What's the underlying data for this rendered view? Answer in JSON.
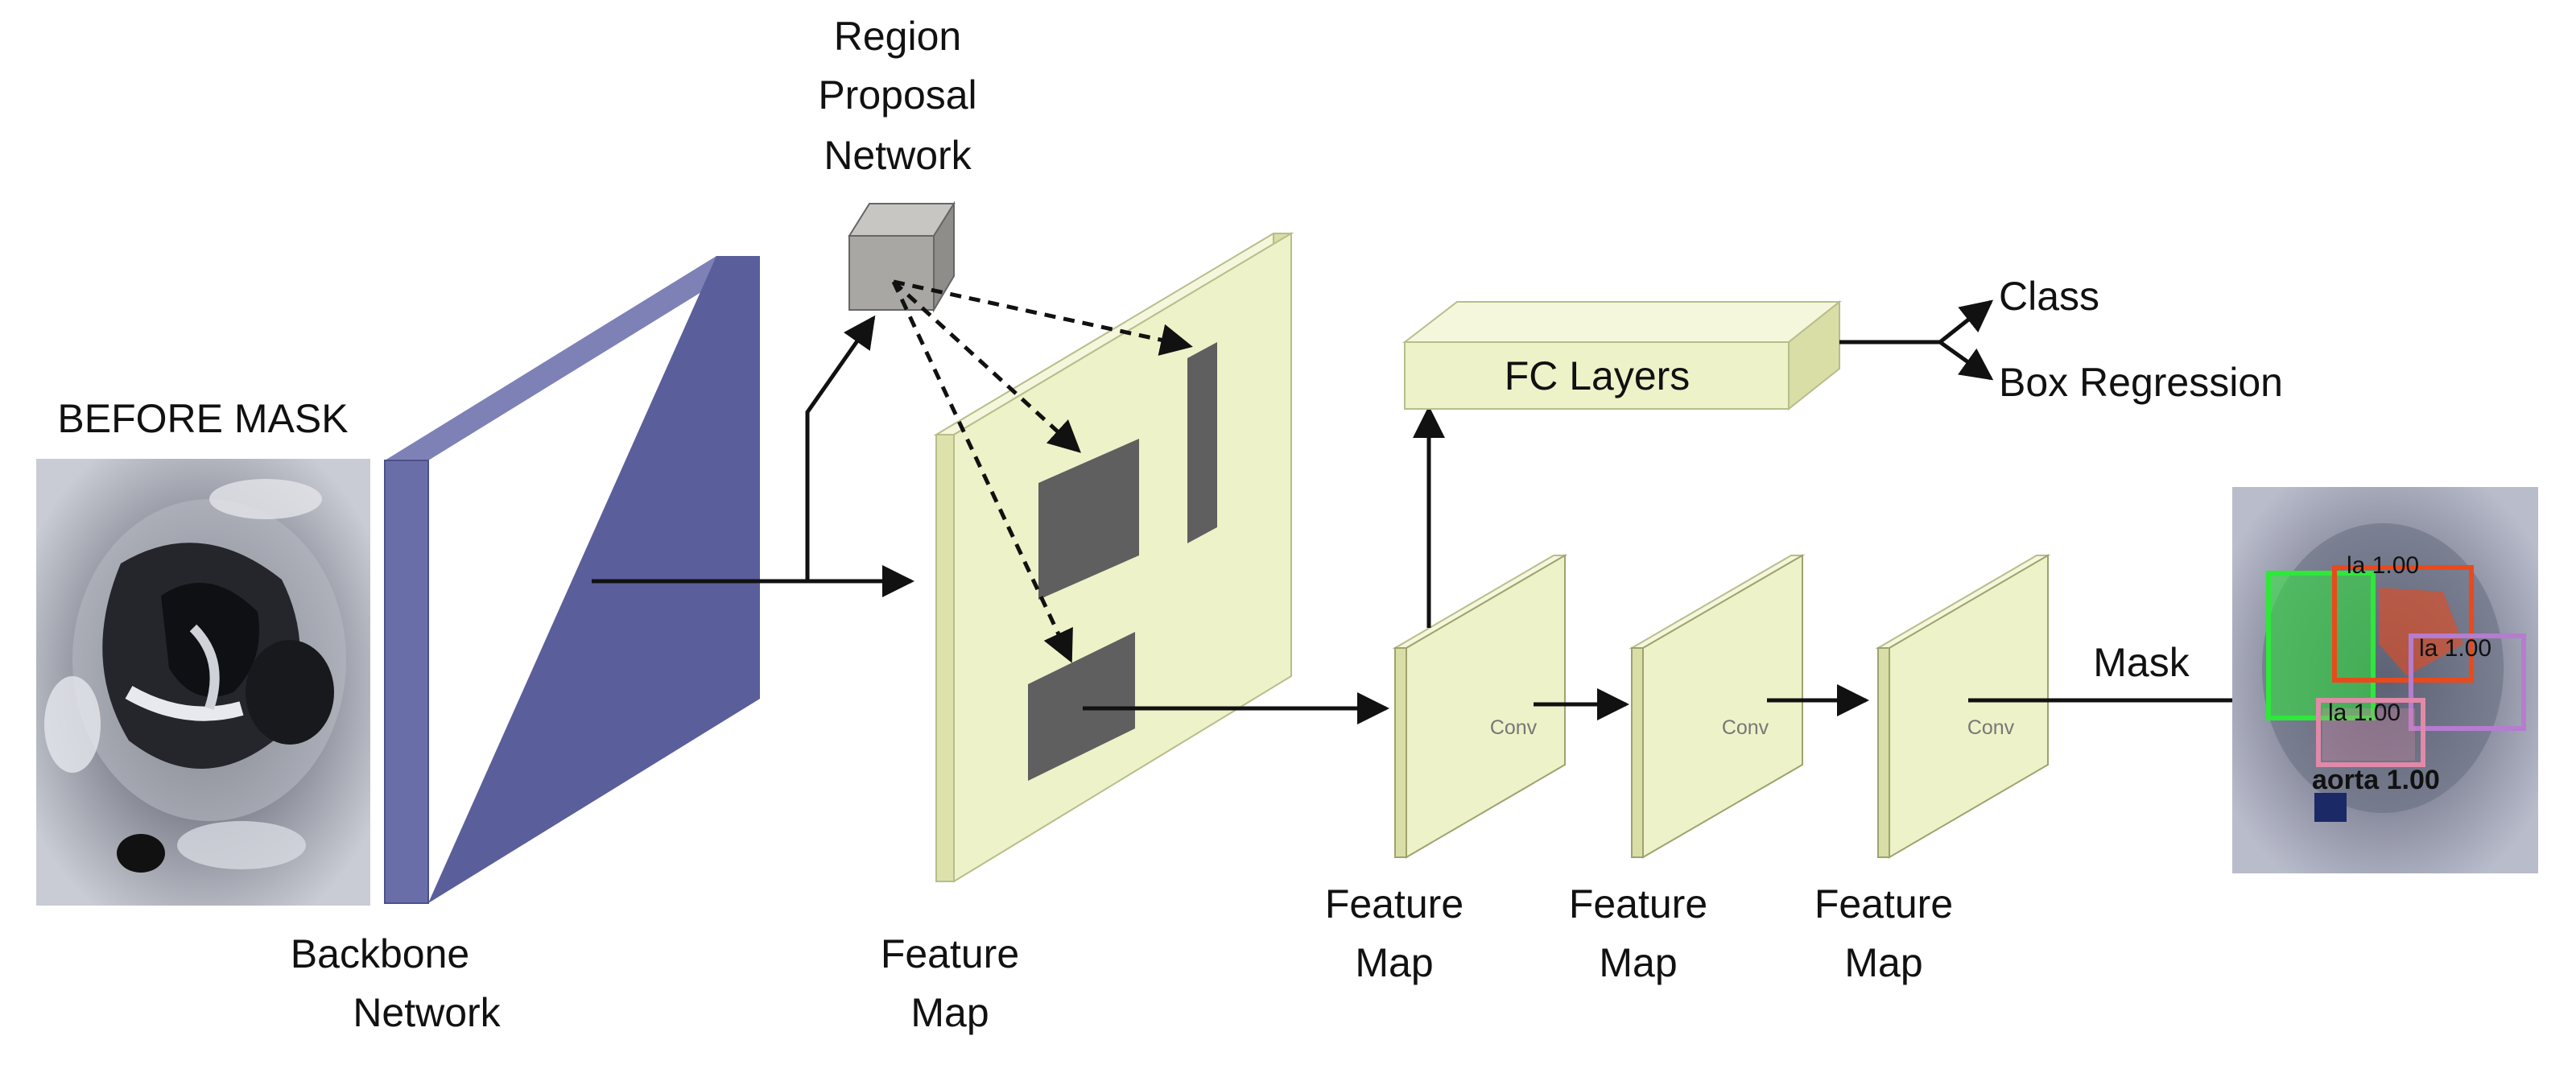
{
  "labels": {
    "before_mask": "BEFORE MASK",
    "rpn": [
      "Region",
      "Proposal",
      "Network"
    ],
    "backbone": [
      "Backbone",
      "Network"
    ],
    "feature_map": [
      "Feature",
      "Map"
    ],
    "fc_layers": "FC Layers",
    "class": "Class",
    "box_regression": "Box Regression",
    "mask": "Mask",
    "conv": "Conv"
  },
  "mask_output": {
    "labels": [
      "la 1.00",
      "la 1.00",
      "la 1.00",
      "aorta 1.00"
    ],
    "colors": [
      "#2ee83a",
      "#e84a1c",
      "#b57ccf",
      "#e08aa8",
      "#1b2a66"
    ]
  },
  "colors": {
    "backbone_front": "#6a6ea8",
    "feature_map_front": "#eef2c8",
    "rpn_box": "#a9a7a4",
    "region_fill": "#5f5f5f"
  }
}
